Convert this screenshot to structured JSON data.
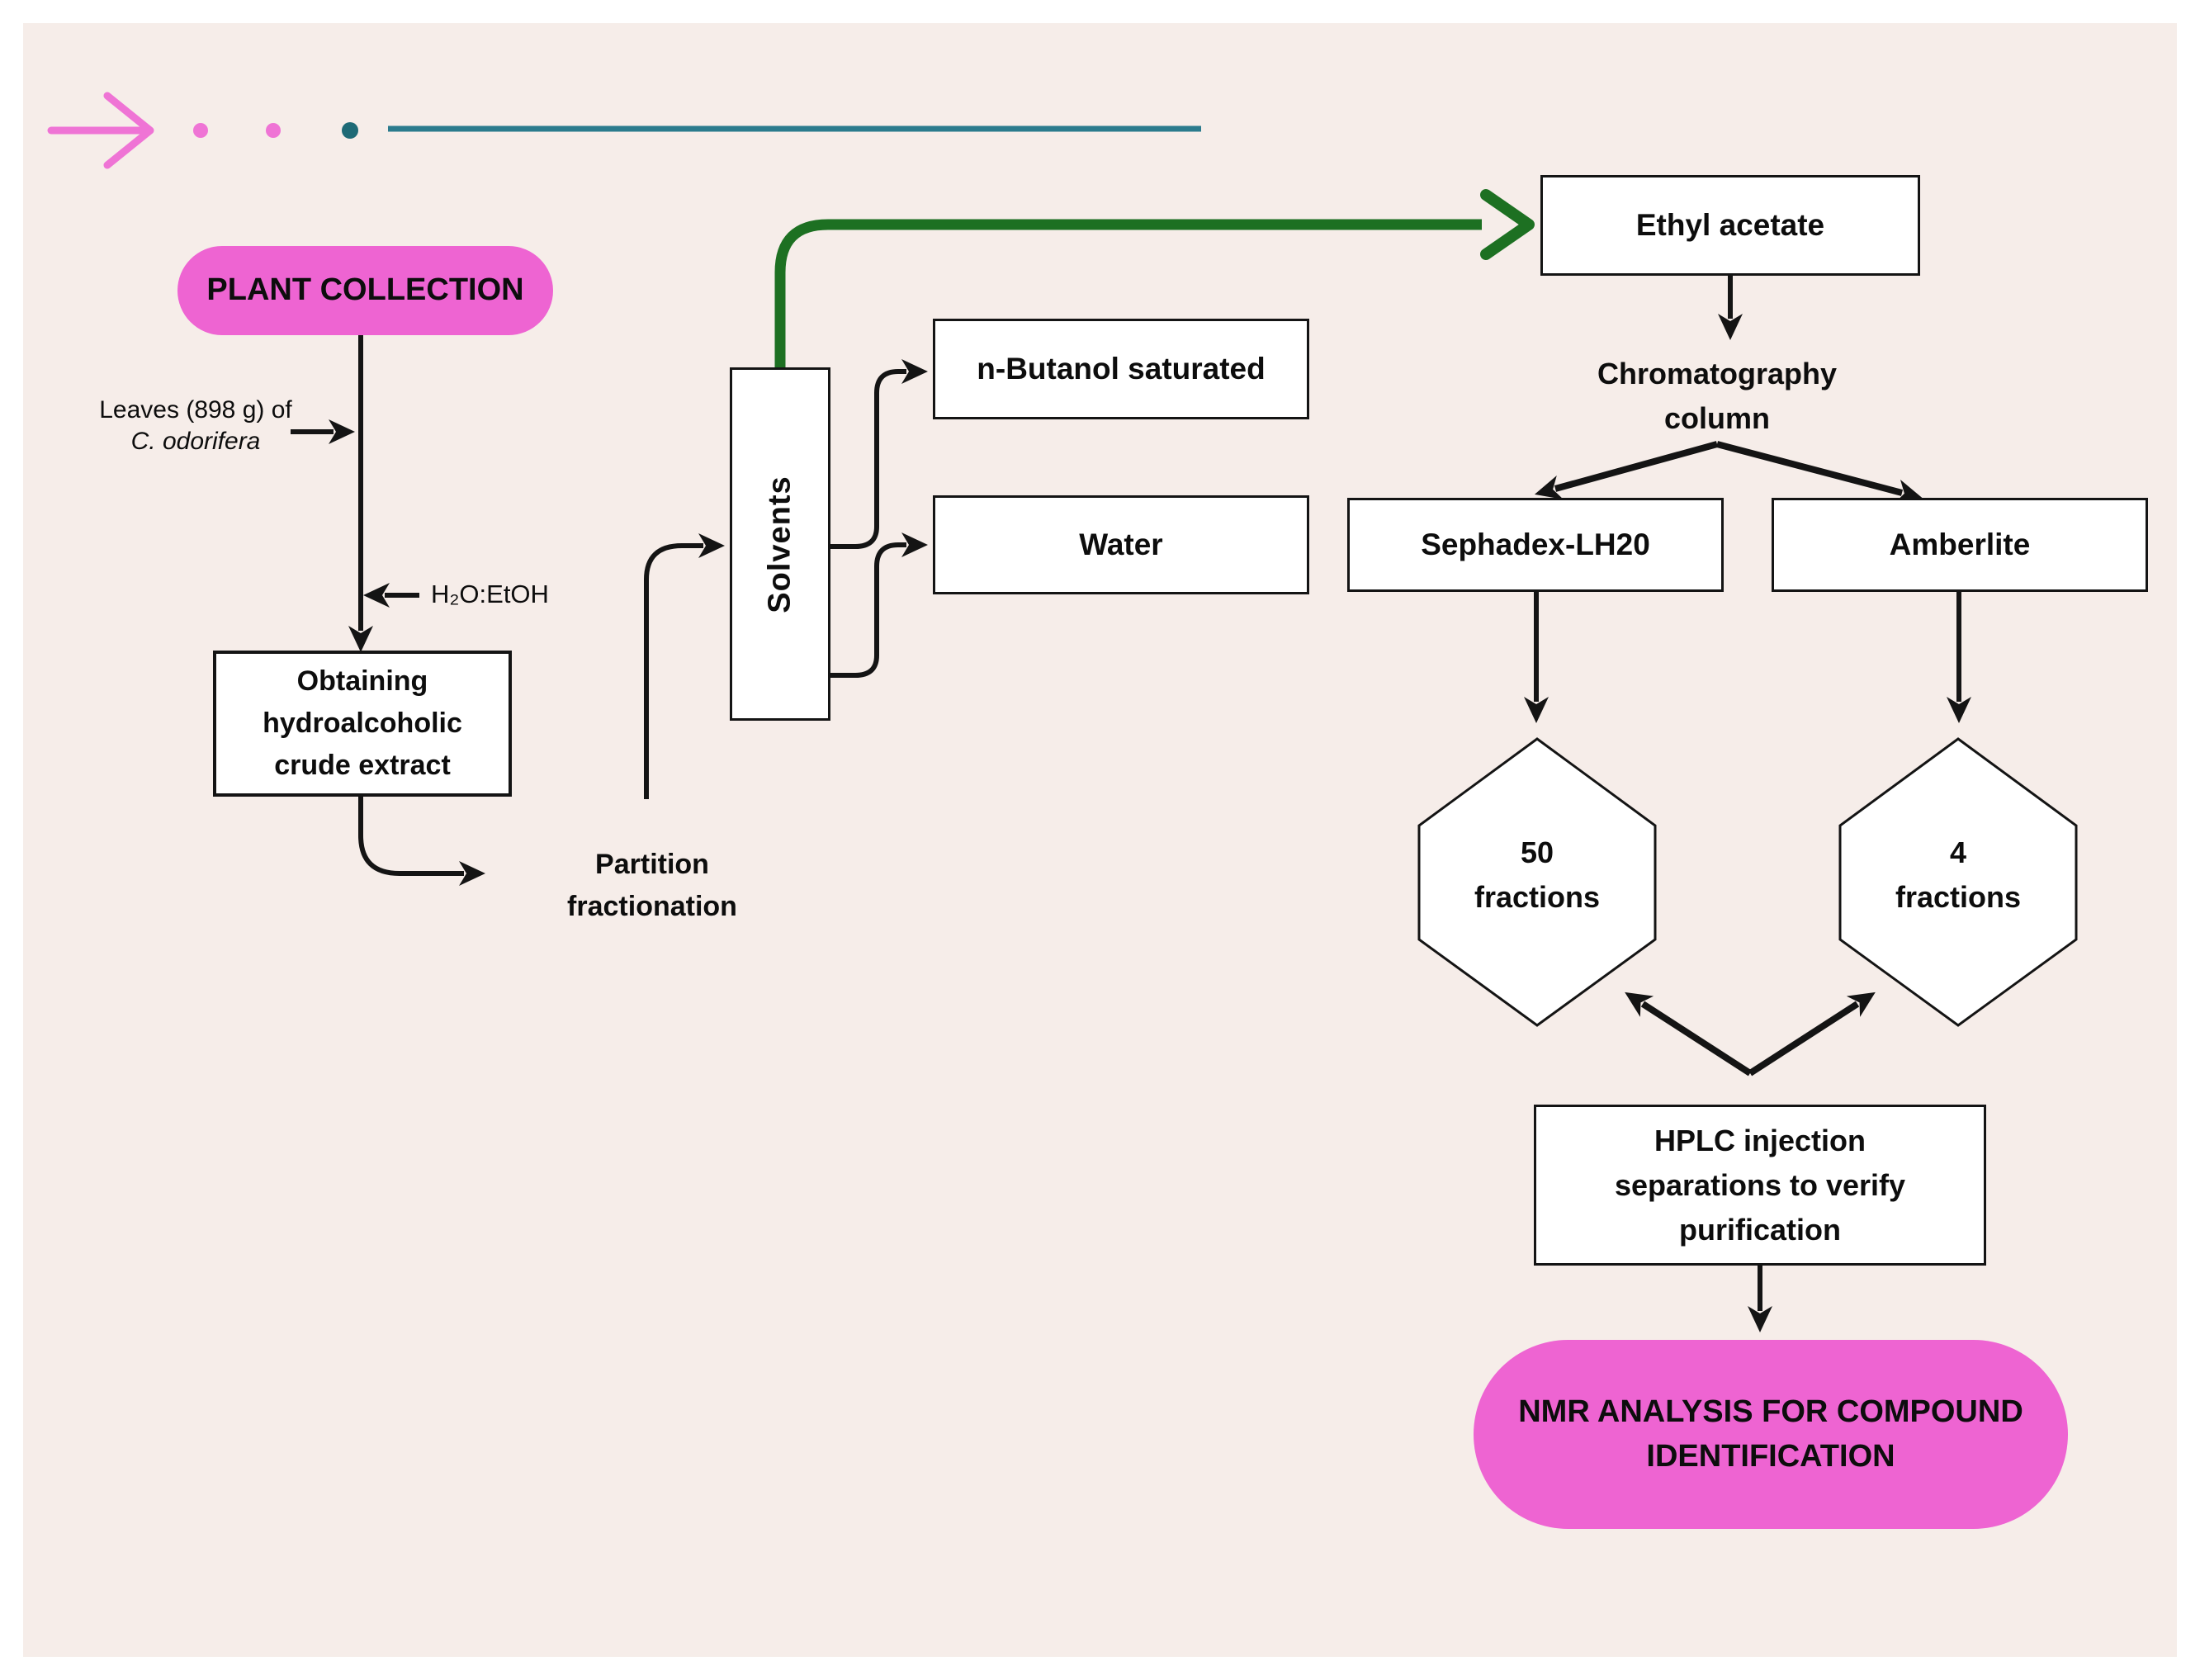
{
  "colors": {
    "background": "#f6ede9",
    "accent_pink": "#ee64d2",
    "decor_pink": "#ef74d5",
    "decor_teal_line": "#2b7b8d",
    "decor_teal_dot": "#1e6a76",
    "highlight_green": "#1d7022",
    "stroke_black": "#141414"
  },
  "terminals": {
    "start": "PLANT COLLECTION",
    "end_line1": "NMR ANALYSIS FOR COMPOUND",
    "end_line2": "IDENTIFICATION"
  },
  "annotations": {
    "leaves_line1": "Leaves (898 g) of",
    "leaves_line2": "C. odorifera",
    "solvent_ratio": "H₂O:EtOH",
    "partition_line1": "Partition",
    "partition_line2": "fractionation",
    "chromatography_line1": "Chromatography",
    "chromatography_line2": "column"
  },
  "process_boxes": {
    "crude_extract": {
      "line1": "Obtaining",
      "line2": "hydroalcoholic",
      "line3": "crude extract"
    },
    "solvents": "Solvents",
    "n_butanol": "n-Butanol saturated",
    "water": "Water",
    "ethyl_acetate": "Ethyl acetate",
    "sephadex": "Sephadex-LH20",
    "amberlite": "Amberlite",
    "hplc": {
      "line1": "HPLC injection",
      "line2": "separations to verify",
      "line3": "purification"
    }
  },
  "fraction_nodes": {
    "sephadex_fractions": {
      "count": "50",
      "label": "fractions"
    },
    "amberlite_fractions": {
      "count": "4",
      "label": "fractions"
    }
  }
}
